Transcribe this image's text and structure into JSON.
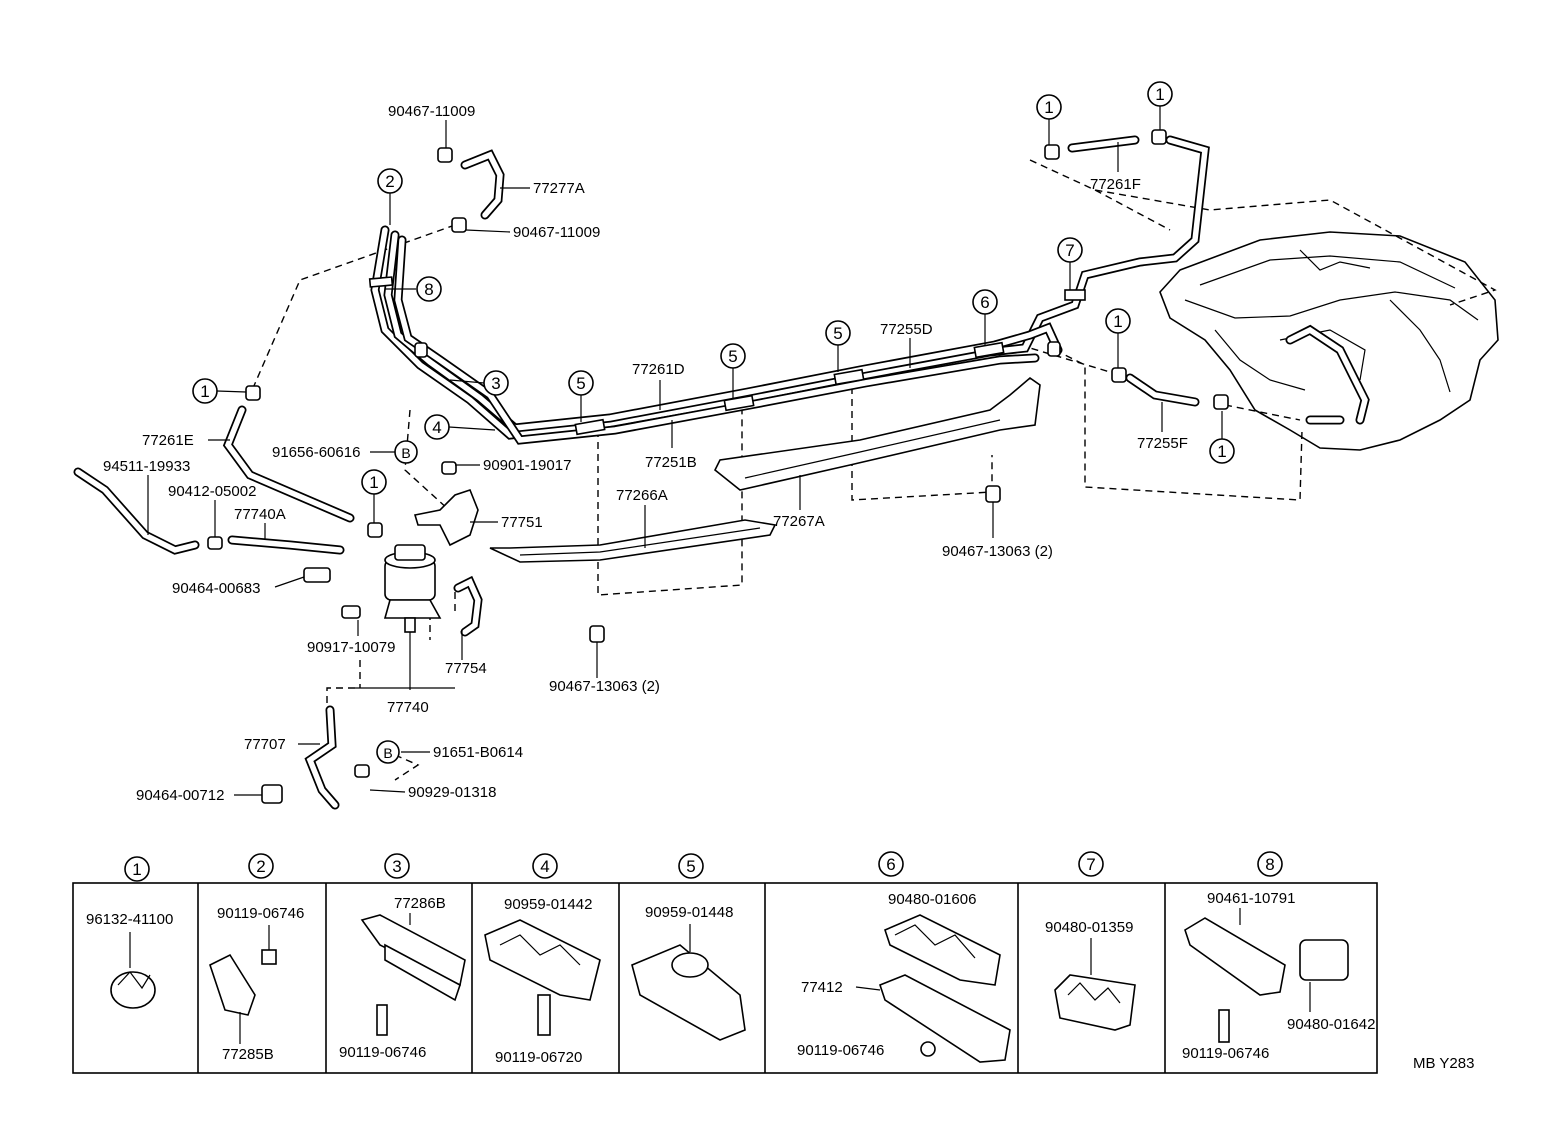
{
  "diagram_code": "MB Y283",
  "callouts": [
    "1",
    "2",
    "3",
    "4",
    "5",
    "6",
    "7",
    "8"
  ],
  "circle_b": "B",
  "labels": {
    "p90467_11009_top": "90467-11009",
    "p77277A": "77277A",
    "p90467_11009_mid": "90467-11009",
    "p77261F": "77261F",
    "p77255D": "77255D",
    "p77261D": "77261D",
    "p77251B": "77251B",
    "p77261E": "77261E",
    "p91656_60616": "91656-60616",
    "p90901_19017": "90901-19017",
    "p94511_19933": "94511-19933",
    "p90412_05002": "90412-05002",
    "p77740A": "77740A",
    "p77751": "77751",
    "p77266A": "77266A",
    "p77267A": "77267A",
    "p77255F": "77255F",
    "p90464_00683": "90464-00683",
    "p90467_13063_right": "90467-13063 (2)",
    "p90917_10079": "90917-10079",
    "p77754": "77754",
    "p77740": "77740",
    "p90467_13063_mid": "90467-13063 (2)",
    "p77707": "77707",
    "p91651_B0614": "91651-B0614",
    "p90464_00712": "90464-00712",
    "p90929_01318": "90929-01318"
  },
  "detail_table": [
    {
      "callout": "1",
      "parts": [
        "96132-41100"
      ]
    },
    {
      "callout": "2",
      "parts": [
        "90119-06746",
        "77285B"
      ]
    },
    {
      "callout": "3",
      "parts": [
        "77286B",
        "90119-06746"
      ]
    },
    {
      "callout": "4",
      "parts": [
        "90959-01442",
        "90119-06720"
      ]
    },
    {
      "callout": "5",
      "parts": [
        "90959-01448"
      ]
    },
    {
      "callout": "6",
      "parts": [
        "90480-01606",
        "77412",
        "90119-06746"
      ]
    },
    {
      "callout": "7",
      "parts": [
        "90480-01359"
      ]
    },
    {
      "callout": "8",
      "parts": [
        "90461-10791",
        "90480-01642",
        "90119-06746"
      ]
    }
  ]
}
